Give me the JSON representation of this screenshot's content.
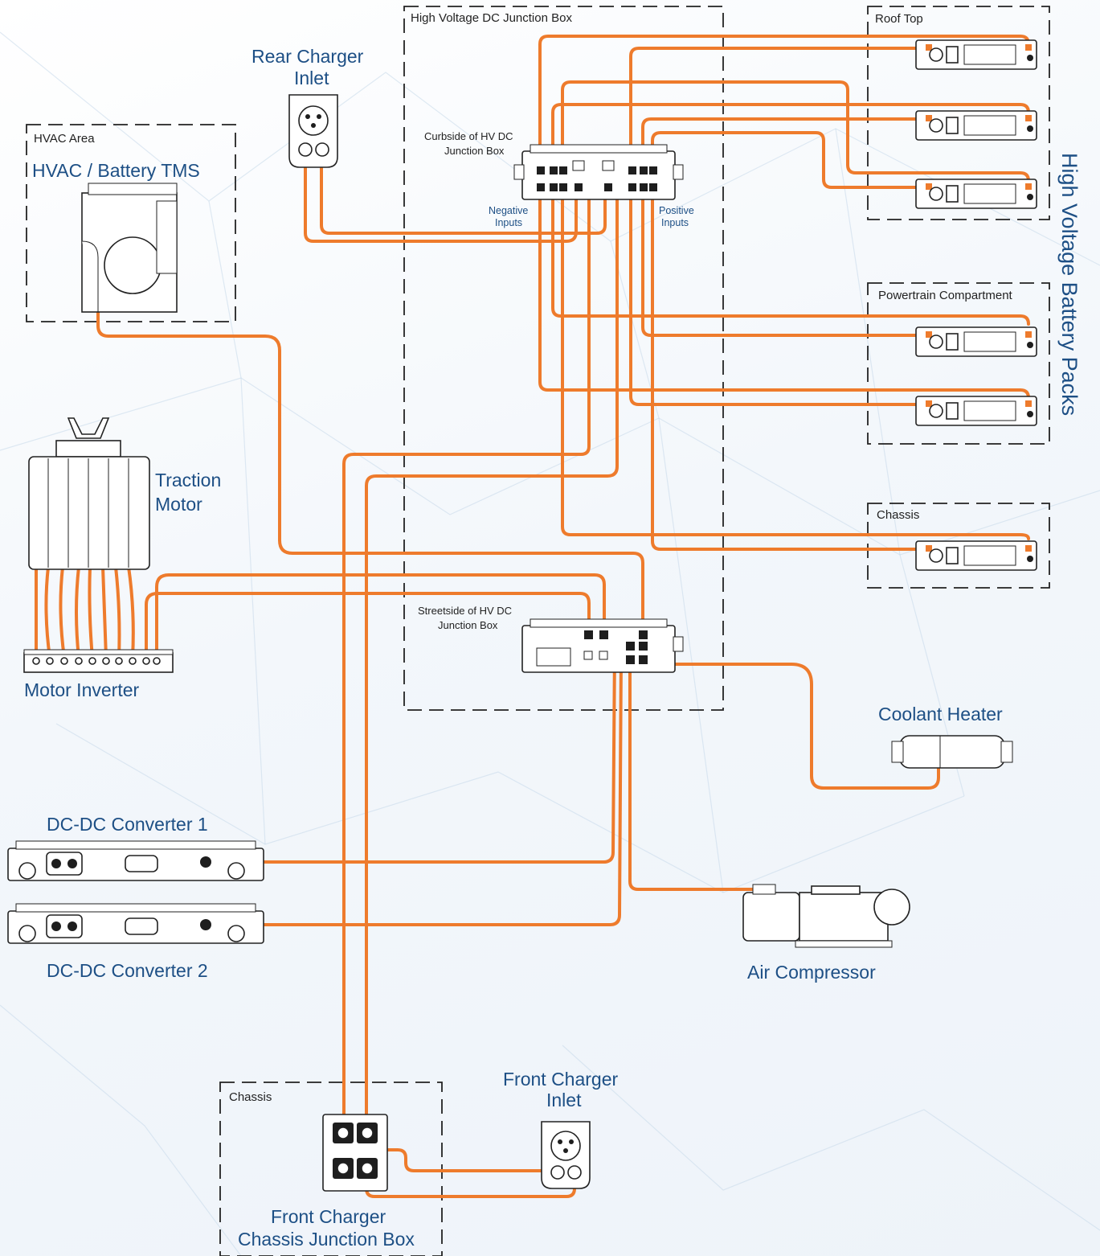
{
  "title_vertical": "High Voltage Battery Packs",
  "zones": {
    "hvac_area": "HVAC Area",
    "hv_dc_junction_box": "High Voltage DC Junction Box",
    "roof_top": "Roof Top",
    "powertrain_compartment": "Powertrain Compartment",
    "chassis_battery": "Chassis",
    "chassis_front": "Chassis"
  },
  "components": {
    "hvac_tms": "HVAC / Battery TMS",
    "rear_charger_inlet_1": "Rear Charger",
    "rear_charger_inlet_2": "Inlet",
    "traction_motor_1": "Traction",
    "traction_motor_2": "Motor",
    "motor_inverter": "Motor Inverter",
    "curbside_1": "Curbside of HV DC",
    "curbside_2": "Junction Box",
    "negative_inputs_1": "Negative",
    "negative_inputs_2": "Inputs",
    "positive_inputs_1": "Positive",
    "positive_inputs_2": "Inputs",
    "streetside_1": "Streetside of HV DC",
    "streetside_2": "Junction Box",
    "coolant_heater": "Coolant Heater",
    "dcdc_1": "DC-DC Converter 1",
    "dcdc_2": "DC-DC Converter 2",
    "air_compressor": "Air Compressor",
    "front_charger_inlet_1": "Front Charger",
    "front_charger_inlet_2": "Inlet",
    "front_charger_jb_1": "Front Charger",
    "front_charger_jb_2": "Chassis Junction Box"
  },
  "colors": {
    "cable": "#ee7b2c",
    "label_blue": "#1d4f85",
    "outline": "#222222"
  }
}
